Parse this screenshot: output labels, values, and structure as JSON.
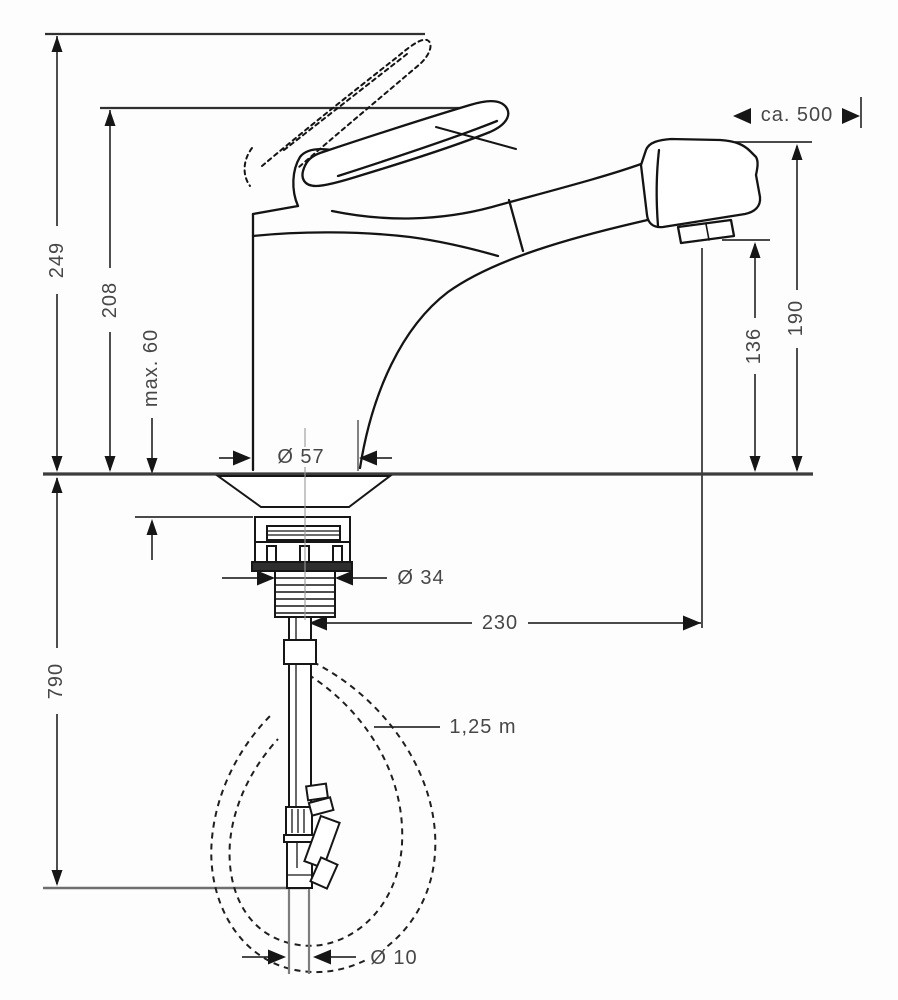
{
  "figure": {
    "kind": "installation dimension drawing",
    "subject": "single-lever kitchen mixer tap with pull-out spray and hose",
    "units": "mm",
    "ink_color": "#1a1a1a",
    "background": "#fdfdfd"
  },
  "dimensions": {
    "overall_height": "249",
    "handle_height": "208",
    "max_deck_thickness": "max. 60",
    "pullout_extension": "ca. 500",
    "spray_head_top_height": "190",
    "outlet_height": "136",
    "base_diameter": "Ø 57",
    "shank_diameter": "Ø 34",
    "spout_reach": "230",
    "under_deck_depth": "790",
    "hose_length": "1,25 m",
    "hose_diameter": "Ø 10"
  }
}
